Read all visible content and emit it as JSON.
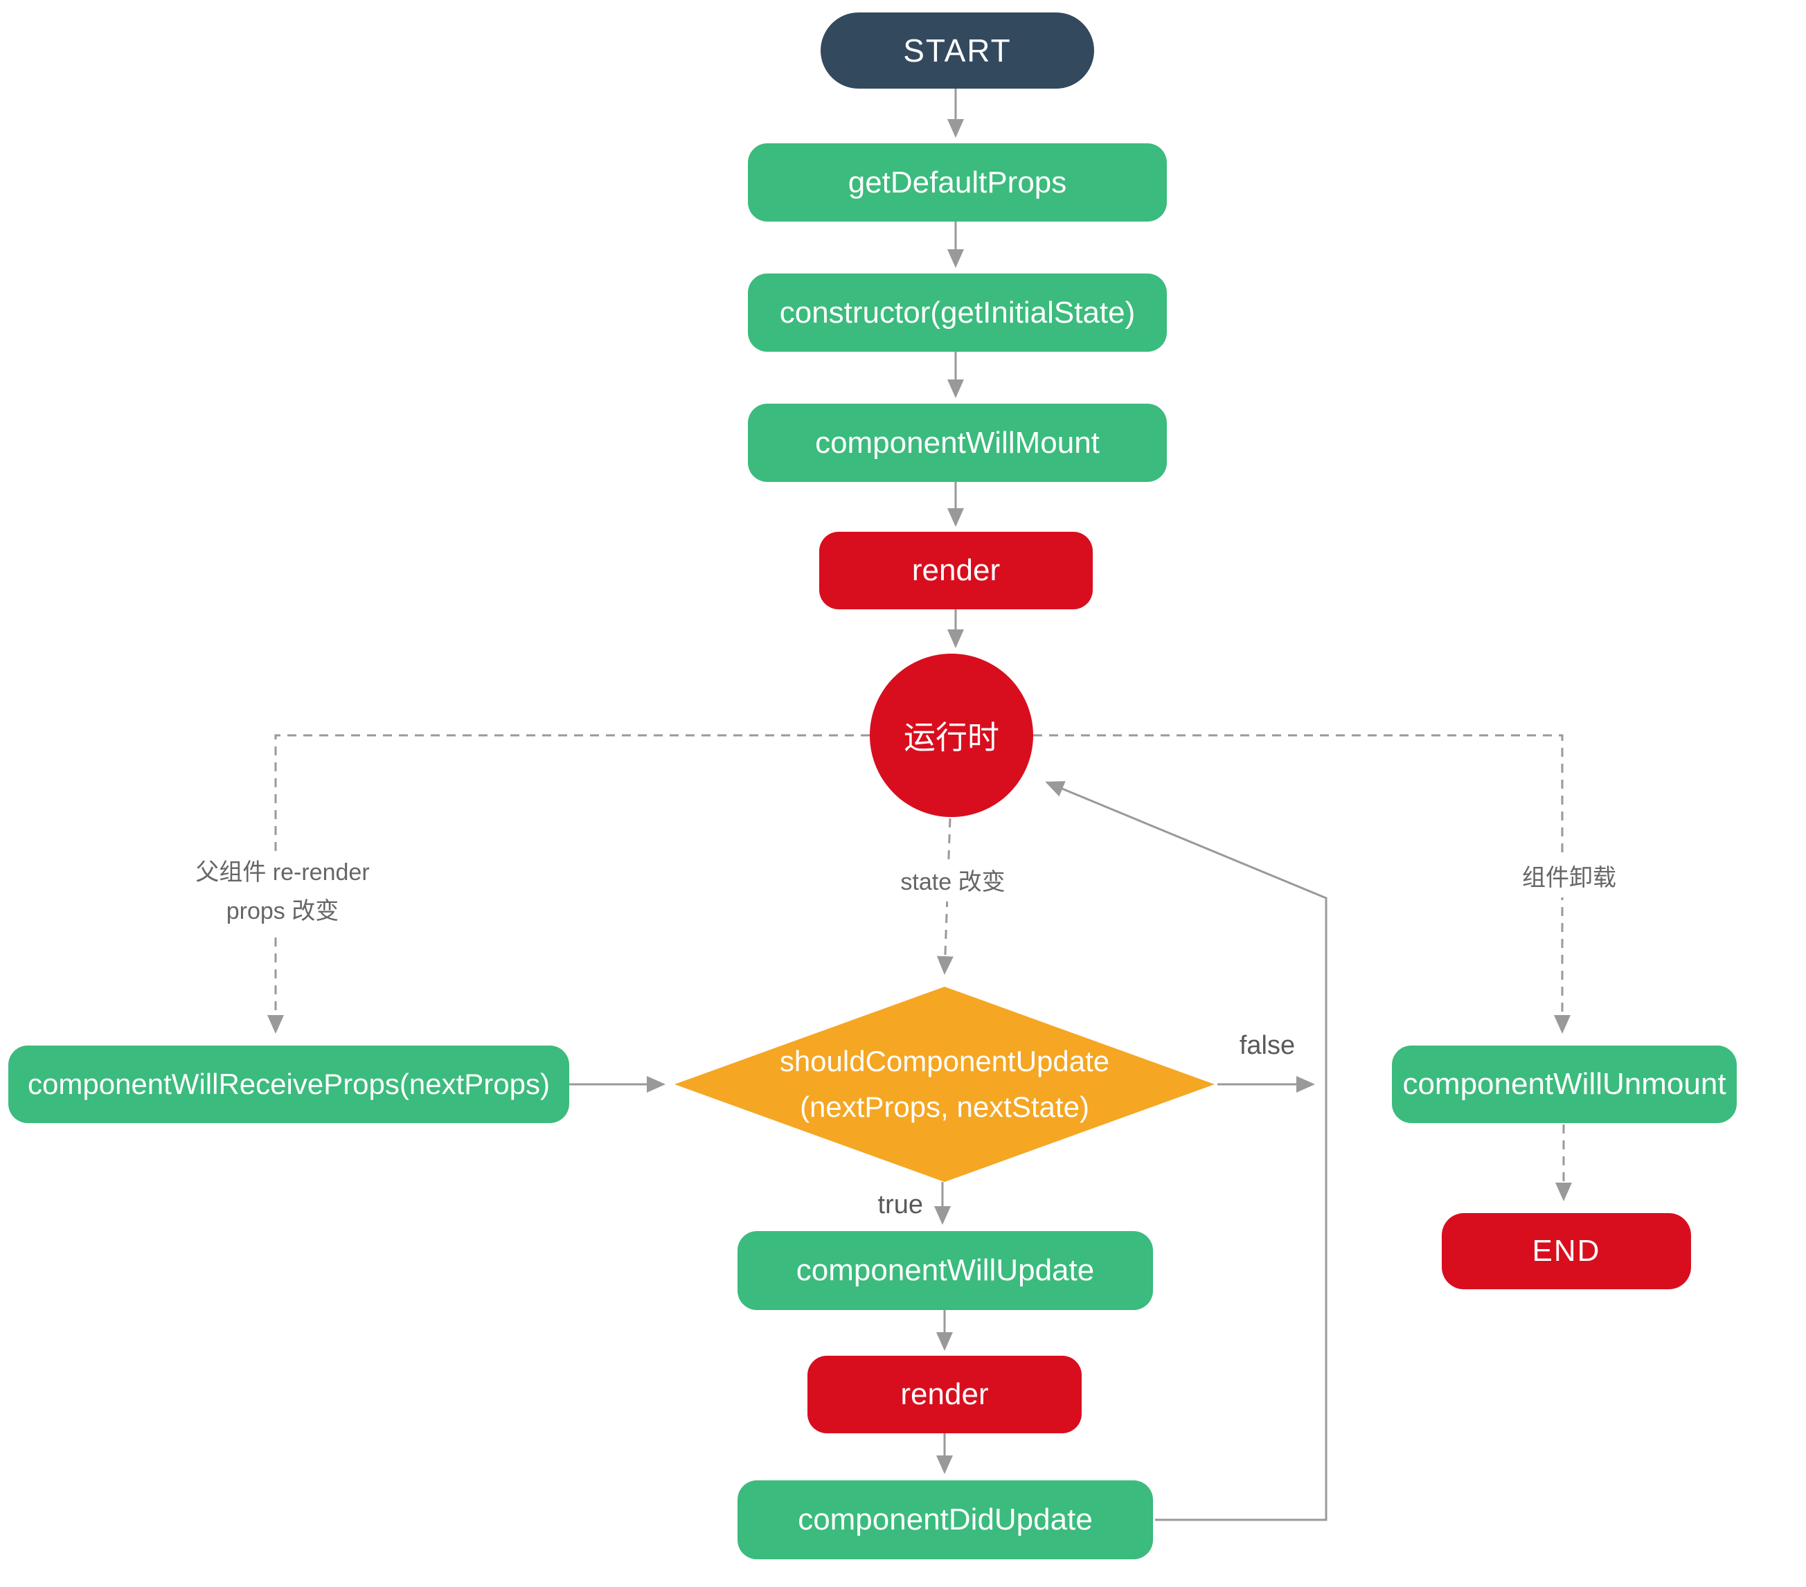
{
  "nodes": {
    "start": {
      "label": "START"
    },
    "get_default_props": {
      "label": "getDefaultProps"
    },
    "constructor_node": {
      "label": "constructor(getInitialState)"
    },
    "component_will_mount": {
      "label": "componentWillMount"
    },
    "render_mount": {
      "label": "render"
    },
    "runtime": {
      "label": "运行时"
    },
    "component_will_receive_props": {
      "label": "componentWillReceiveProps(nextProps)"
    },
    "should_component_update": {
      "label_line1": "shouldComponentUpdate",
      "label_line2": "(nextProps, nextState)"
    },
    "component_will_update": {
      "label": "componentWillUpdate"
    },
    "render_update": {
      "label": "render"
    },
    "component_did_update": {
      "label": "componentDidUpdate"
    },
    "component_will_unmount": {
      "label": "componentWillUnmount"
    },
    "end": {
      "label": "END"
    }
  },
  "edge_labels": {
    "parent_rerender_line1": "父组件 re-render",
    "parent_rerender_line2": "props 改变",
    "state_change": "state 改变",
    "unmount": "组件卸载",
    "true_branch": "true",
    "false_branch": "false"
  },
  "colors": {
    "start_node": "#33495e",
    "lifecycle_node": "#3bbb7d",
    "render_node": "#d80e1e",
    "decision_node": "#f5a623",
    "edge_line": "#999999",
    "edge_label_text": "#666666",
    "node_text": "#ffffff",
    "background": "#ffffff"
  }
}
